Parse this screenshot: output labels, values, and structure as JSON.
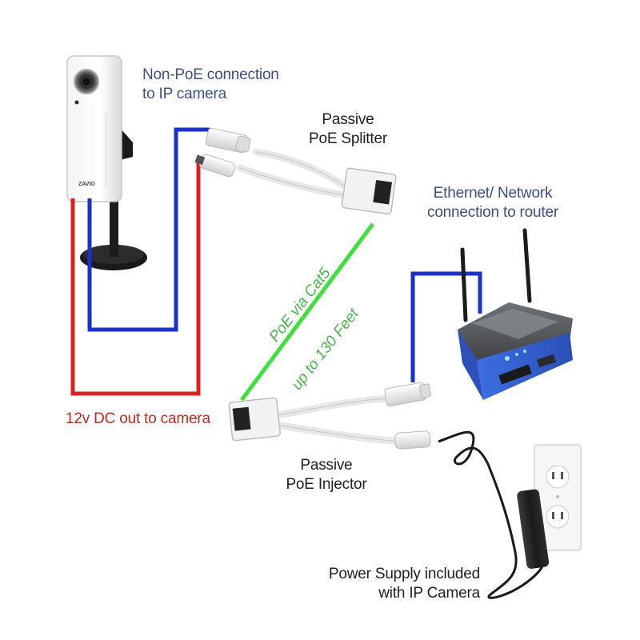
{
  "labels": {
    "non_poe_line1": "Non-PoE connection",
    "non_poe_line2": "to IP camera",
    "splitter_line1": "Passive",
    "splitter_line2": "PoE Splitter",
    "ethernet_line1": "Ethernet/ Network",
    "ethernet_line2": "connection to router",
    "poe_cat5": "PoE via Cat5",
    "up_to": "up to 130 Feet",
    "dc_out": "12v DC out to camera",
    "injector_line1": "Passive",
    "injector_line2": "PoE Injector",
    "power_line1": "Power Supply included",
    "power_line2": "with IP Camera",
    "camera_brand": "ZAVIO"
  },
  "colors": {
    "data_wire": "#1a2fd6",
    "power_wire": "#e02020",
    "poe_wire": "#3ee03e",
    "label_blue": "#3c4f8c",
    "label_red": "#c8281e",
    "label_green": "#43b943"
  }
}
